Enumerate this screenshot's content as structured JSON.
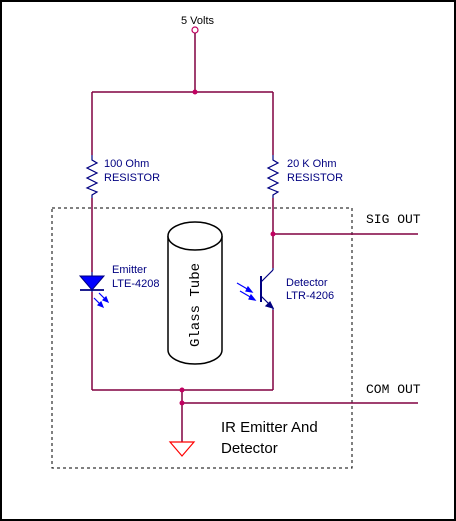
{
  "supply": {
    "label": "5 Volts"
  },
  "resistor_left": {
    "value": "100 Ohm",
    "type": "RESISTOR"
  },
  "resistor_right": {
    "value": "20 K Ohm",
    "type": "RESISTOR"
  },
  "emitter": {
    "name": "Emitter",
    "part": "LTE-4208"
  },
  "detector": {
    "name": "Detector",
    "part": "LTR-4206"
  },
  "tube": {
    "label": "Glass Tube"
  },
  "outputs": {
    "sig": "SIG OUT",
    "com": "COM OUT"
  },
  "module": {
    "line1": "IR Emitter And",
    "line2": "Detector"
  },
  "colors": {
    "wire": "#800040",
    "component": "#000080",
    "led_fill": "#0000ff",
    "junction": "#c00060",
    "ground": "#ff0000",
    "output_text": "#000000",
    "outline": "#000000"
  }
}
